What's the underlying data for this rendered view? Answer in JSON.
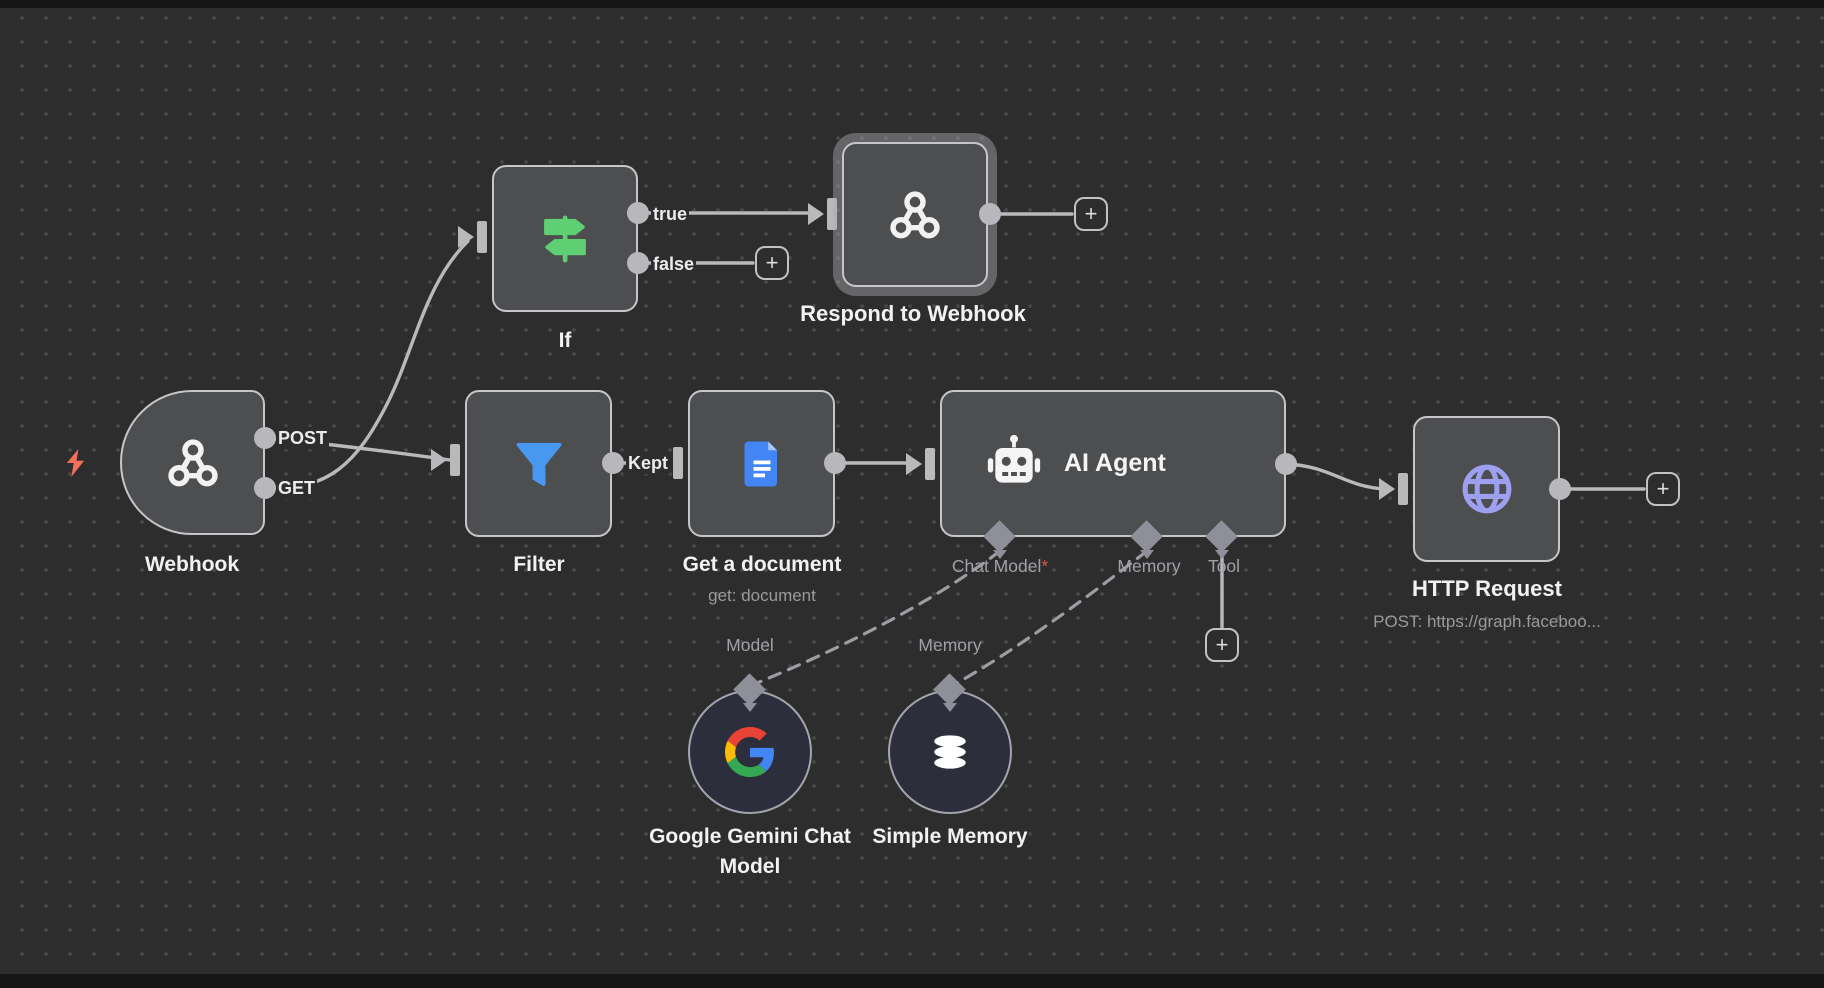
{
  "workflow": {
    "nodes": {
      "webhook": {
        "label": "Webhook",
        "outputs": [
          "POST",
          "GET"
        ]
      },
      "if": {
        "label": "If",
        "outputs": [
          "true",
          "false"
        ]
      },
      "respond": {
        "label": "Respond to Webhook"
      },
      "filter": {
        "label": "Filter",
        "output": "Kept"
      },
      "get_document": {
        "label": "Get a document",
        "subtitle": "get: document"
      },
      "ai_agent": {
        "label": "AI Agent",
        "ports": {
          "chat_model": "Chat Model",
          "chat_model_required": "*",
          "memory": "Memory",
          "tool": "Tool"
        }
      },
      "gemini": {
        "label": "Google Gemini Chat Model",
        "port_label": "Model"
      },
      "simple_memory": {
        "label": "Simple Memory",
        "port_label": "Memory"
      },
      "http_request": {
        "label": "HTTP Request",
        "subtitle": "POST: https://graph.faceboo..."
      }
    },
    "misc": {
      "plus": "+"
    }
  },
  "colors": {
    "canvas_bg": "#2d2d2d",
    "grid_dot": "#474747",
    "node_fill": "#4d4e50",
    "node_border": "#c6c6c9",
    "wire": "#b9b9bc",
    "port_diamond": "#8f8f9a",
    "port_label": "#a0a1a8",
    "required_star": "#e0524f",
    "if_icon_green": "#5ecf73",
    "filter_icon_blue": "#4898f0",
    "docs_icon_blue": "#4285f4",
    "globe_icon_purple": "#9da0ef",
    "lightning_red": "#f4705a",
    "subnode_fill": "#2d2e3c",
    "selected_halo": "rgba(170,170,178,0.45)"
  }
}
